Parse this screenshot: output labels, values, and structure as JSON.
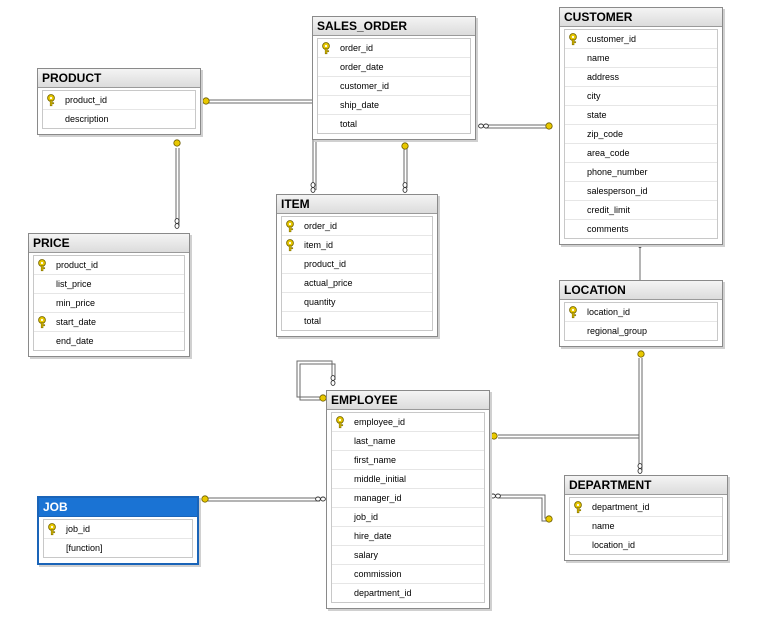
{
  "diagram": {
    "tables": [
      {
        "id": "product",
        "title": "PRODUCT",
        "columns": [
          {
            "name": "product_id",
            "pk": true
          },
          {
            "name": "description",
            "pk": false
          }
        ]
      },
      {
        "id": "sales_order",
        "title": "SALES_ORDER",
        "columns": [
          {
            "name": "order_id",
            "pk": true
          },
          {
            "name": "order_date",
            "pk": false
          },
          {
            "name": "customer_id",
            "pk": false
          },
          {
            "name": "ship_date",
            "pk": false
          },
          {
            "name": "total",
            "pk": false
          }
        ]
      },
      {
        "id": "customer",
        "title": "CUSTOMER",
        "columns": [
          {
            "name": "customer_id",
            "pk": true
          },
          {
            "name": "name",
            "pk": false
          },
          {
            "name": "address",
            "pk": false
          },
          {
            "name": "city",
            "pk": false
          },
          {
            "name": "state",
            "pk": false
          },
          {
            "name": "zip_code",
            "pk": false
          },
          {
            "name": "area_code",
            "pk": false
          },
          {
            "name": "phone_number",
            "pk": false
          },
          {
            "name": "salesperson_id",
            "pk": false
          },
          {
            "name": "credit_limit",
            "pk": false
          },
          {
            "name": "comments",
            "pk": false
          }
        ]
      },
      {
        "id": "price",
        "title": "PRICE",
        "columns": [
          {
            "name": "product_id",
            "pk": true
          },
          {
            "name": "list_price",
            "pk": false
          },
          {
            "name": "min_price",
            "pk": false
          },
          {
            "name": "start_date",
            "pk": true
          },
          {
            "name": "end_date",
            "pk": false
          }
        ]
      },
      {
        "id": "item",
        "title": "ITEM",
        "columns": [
          {
            "name": "order_id",
            "pk": true
          },
          {
            "name": "item_id",
            "pk": true
          },
          {
            "name": "product_id",
            "pk": false
          },
          {
            "name": "actual_price",
            "pk": false
          },
          {
            "name": "quantity",
            "pk": false
          },
          {
            "name": "total",
            "pk": false
          }
        ]
      },
      {
        "id": "location",
        "title": "LOCATION",
        "columns": [
          {
            "name": "location_id",
            "pk": true
          },
          {
            "name": "regional_group",
            "pk": false
          }
        ]
      },
      {
        "id": "employee",
        "title": "EMPLOYEE",
        "columns": [
          {
            "name": "employee_id",
            "pk": true
          },
          {
            "name": "last_name",
            "pk": false
          },
          {
            "name": "first_name",
            "pk": false
          },
          {
            "name": "middle_initial",
            "pk": false
          },
          {
            "name": "manager_id",
            "pk": false
          },
          {
            "name": "job_id",
            "pk": false
          },
          {
            "name": "hire_date",
            "pk": false
          },
          {
            "name": "salary",
            "pk": false
          },
          {
            "name": "commission",
            "pk": false
          },
          {
            "name": "department_id",
            "pk": false
          }
        ]
      },
      {
        "id": "department",
        "title": "DEPARTMENT",
        "columns": [
          {
            "name": "department_id",
            "pk": true
          },
          {
            "name": "name",
            "pk": false
          },
          {
            "name": "location_id",
            "pk": false
          }
        ]
      },
      {
        "id": "job",
        "title": "JOB",
        "selected": true,
        "columns": [
          {
            "name": "job_id",
            "pk": true
          },
          {
            "name": "[function]",
            "pk": false
          }
        ]
      }
    ],
    "colors": {
      "line": "#555555",
      "key": "#e8c800",
      "key_outline": "#7a6a00",
      "selected_header": "#1a73d4"
    }
  }
}
